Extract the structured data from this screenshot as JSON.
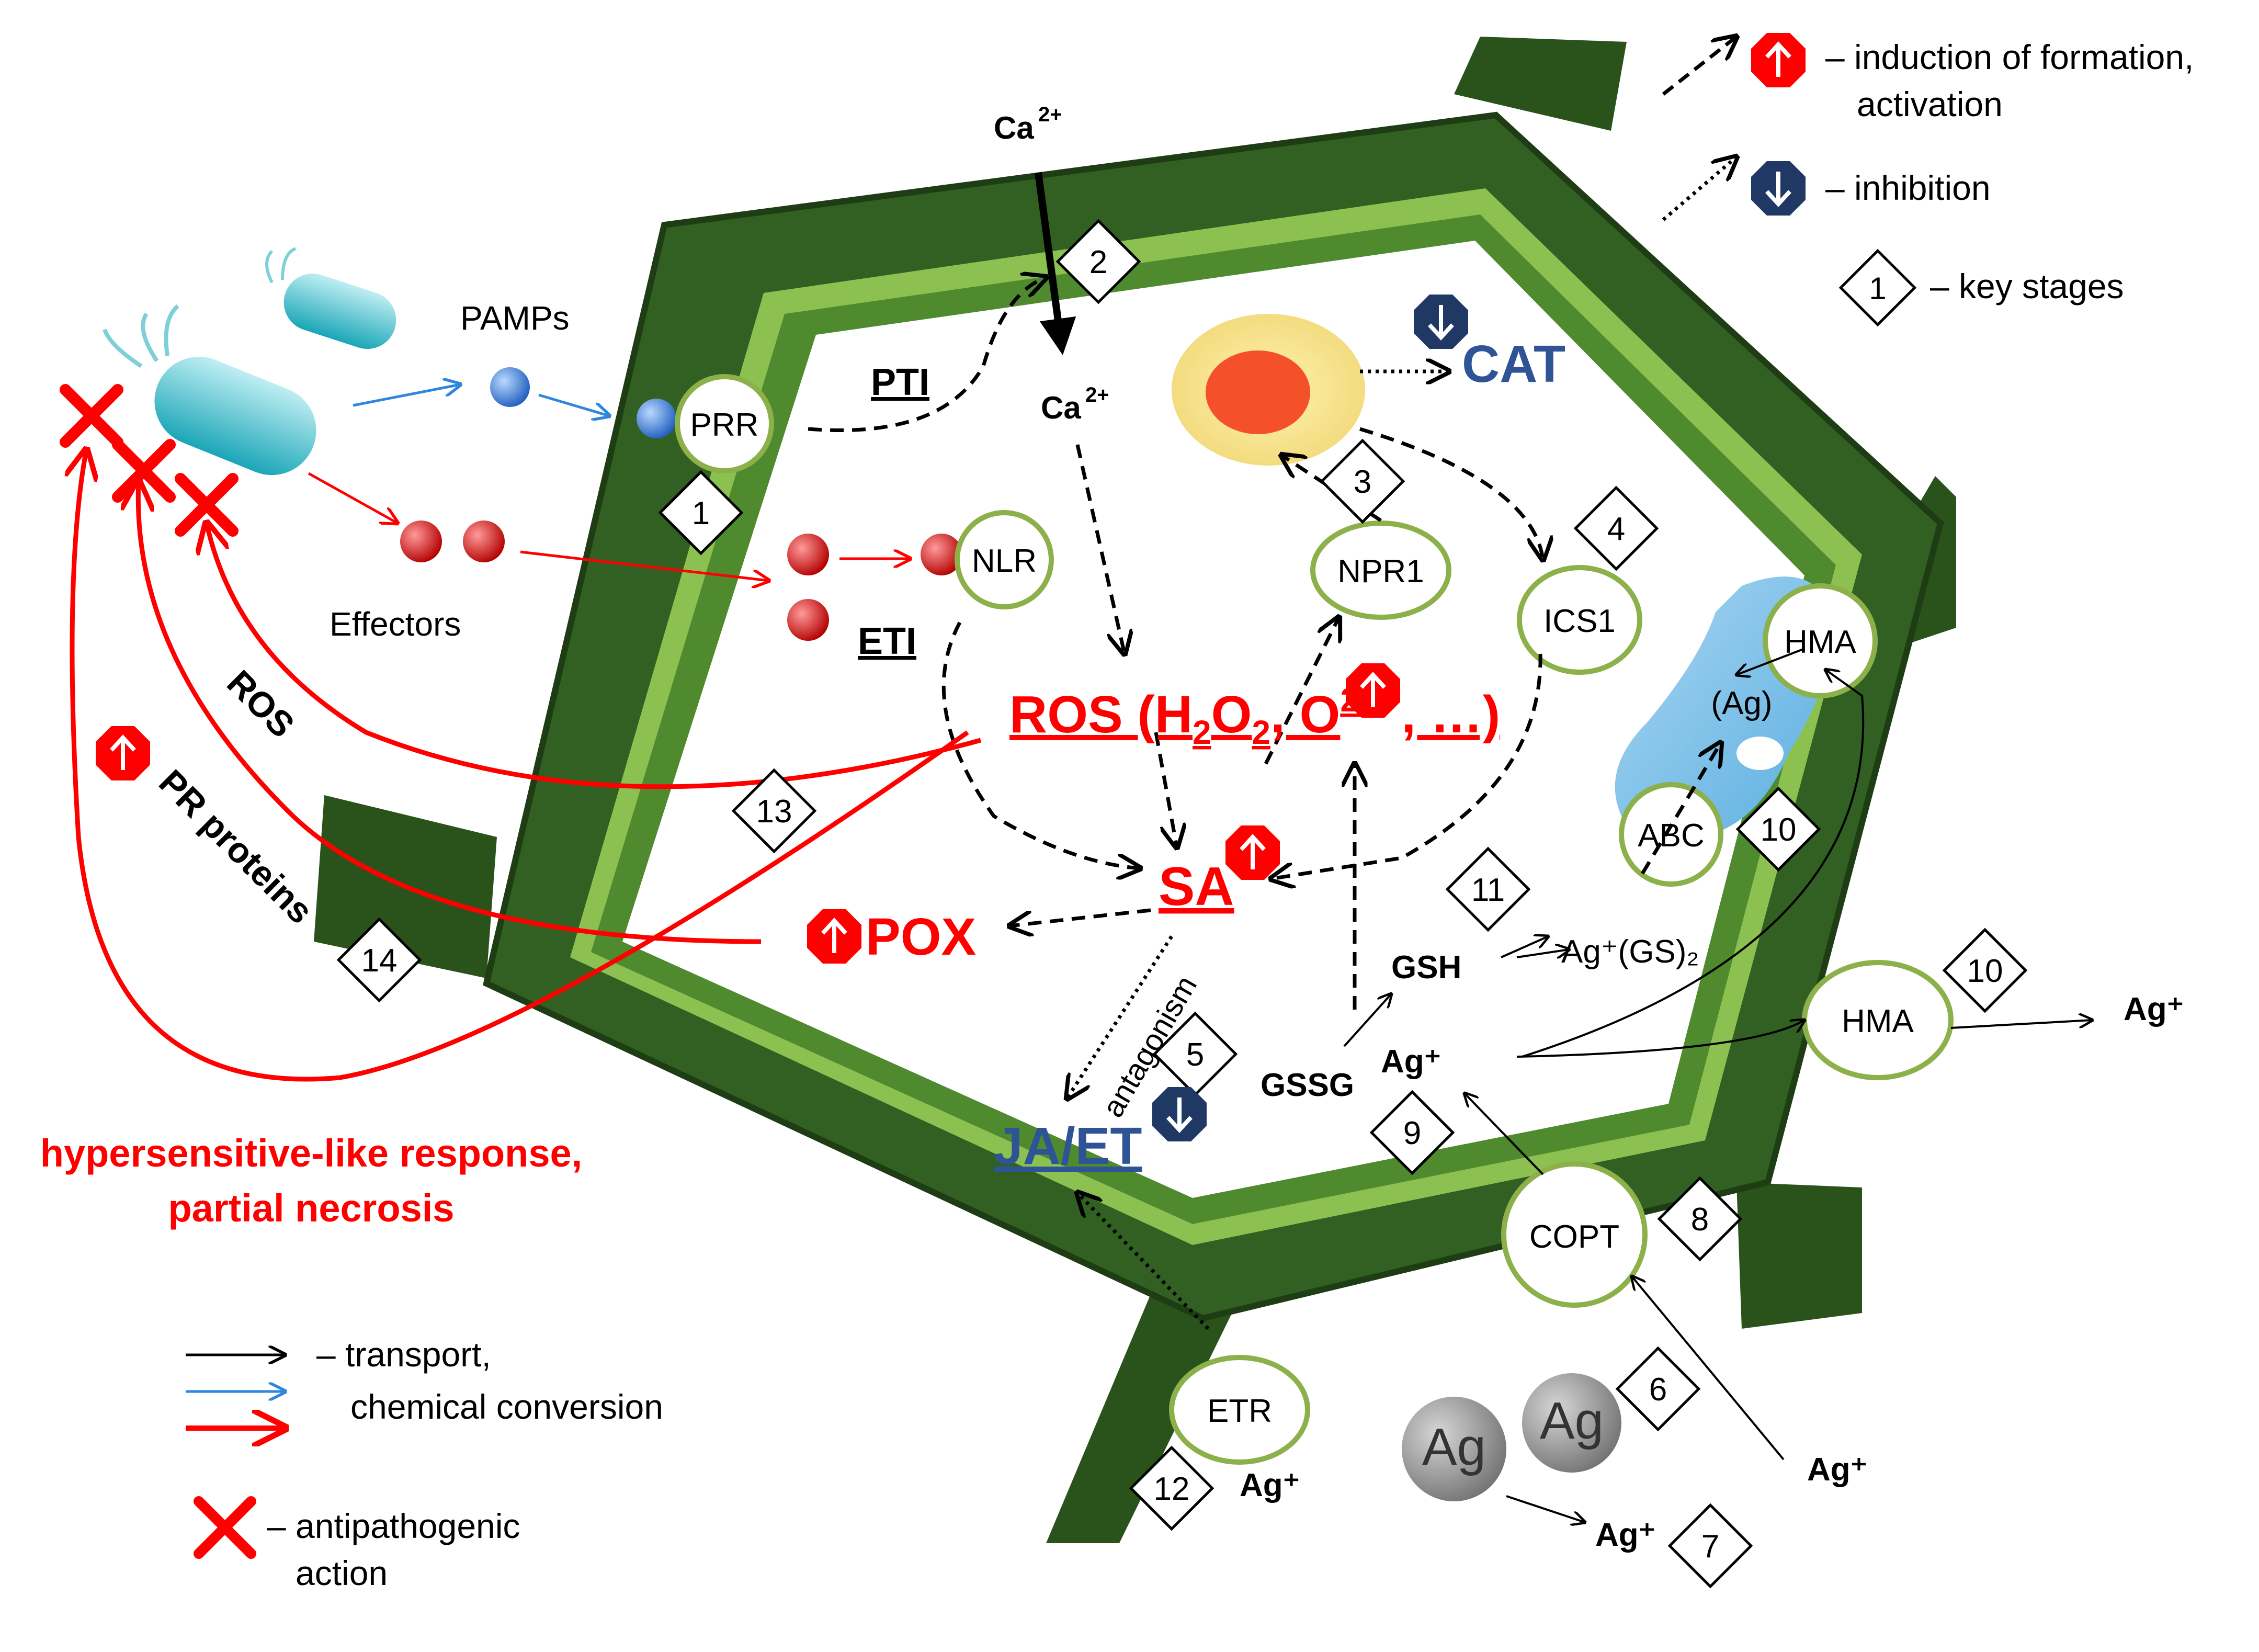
{
  "legend_top": {
    "induction": "– induction of formation,",
    "induction2": "activation",
    "inhibition": "– inhibition",
    "key": "– key stages",
    "key_num": "1"
  },
  "legend_bottom": {
    "transport": "– transport,",
    "conversion": "chemical conversion",
    "antipath": "– antipathogenic",
    "antipath2": "action"
  },
  "labels": {
    "ca_top": "Ca",
    "ca_top_sup": "2+",
    "ca_in": "Ca",
    "ca_in_sup": "2+",
    "pamps": "PAMPs",
    "effectors": "Effectors",
    "prr": "PRR",
    "nlr": "NLR",
    "pti": "PTI",
    "eti": "ETI",
    "npr1": "NPR1",
    "ics1": "ICS1",
    "hma_top": "HMA",
    "ag_in_vacuole": "(Ag)",
    "abc": "ABC",
    "hma_right": "HMA",
    "copt": "COPT",
    "etr": "ETR",
    "cat": "CAT",
    "ros_main": "ROS (H",
    "ros_sub2a": "2",
    "ros_o": "O",
    "ros_sub2b": "2",
    "ros_rest": ", O",
    "ros_sup": "2-",
    "ros_end": ", …)",
    "sa": "SA",
    "pox": "POX",
    "jaet": "JA/ET",
    "antagonism": "antagonism",
    "gsh": "GSH",
    "gssg": "GSSG",
    "ag_gs2": "Ag⁺(GS)₂",
    "ag_center": "Ag⁺",
    "ag_out_right": "Ag⁺",
    "ag_bottom_right": "Ag⁺",
    "ag_bottom": "Ag⁺",
    "ag_etr": "Ag⁺",
    "ag_np1": "Ag",
    "ag_np2": "Ag",
    "ros_side": "ROS",
    "pr_proteins": "PR proteins",
    "hyper1": "hypersensitive-like response,",
    "hyper2": "partial necrosis"
  },
  "stages": [
    "1",
    "2",
    "3",
    "4",
    "5",
    "6",
    "7",
    "8",
    "9",
    "10",
    "10",
    "11",
    "12",
    "13",
    "14"
  ],
  "colors": {
    "wall_dark": "#2f5a1e",
    "wall_light": "#8cc152",
    "red": "#ff0000",
    "navy": "#1f3864",
    "blue_arrow": "#2e86de",
    "cat_blue": "#2f5496"
  }
}
